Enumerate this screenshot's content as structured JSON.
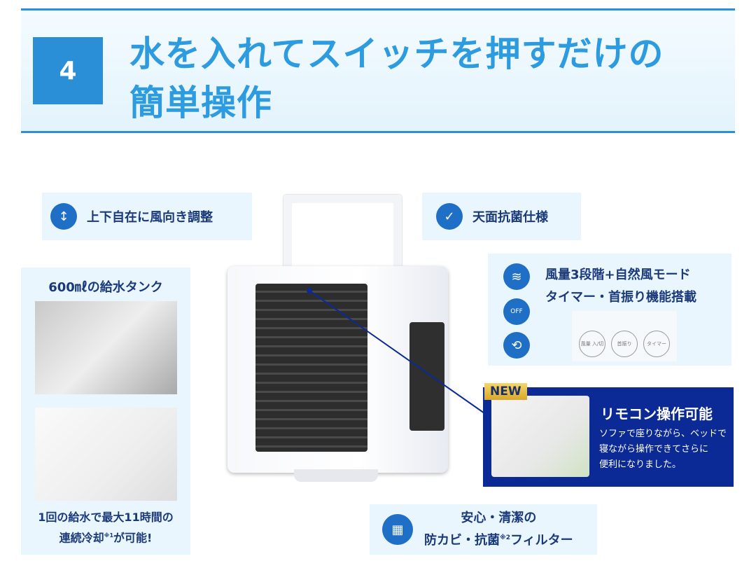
{
  "header": {
    "number": "4",
    "title_line1": "水を入れてスイッチを押すだけの",
    "title_line2": "簡単操作"
  },
  "colors": {
    "accent": "#2a8fd6",
    "navy": "#0b2a96",
    "text": "#1b3a7a"
  },
  "callouts": {
    "wind_direction": {
      "icon": "vertical-airflow-icon",
      "label": "上下自在に風向き調整"
    },
    "top_antibacterial": {
      "icon": "antibacterial-surface-icon",
      "label": "天面抗菌仕様"
    },
    "fan_modes": {
      "icons": [
        "wind-icon",
        "timer-off-icon",
        "swing-icon"
      ],
      "line1": "風量3段階+自然風モード",
      "line2": "タイマー・首振り機能搭載",
      "panel_buttons": [
        "風量 入/切",
        "首振り",
        "タイマー"
      ]
    },
    "remote": {
      "badge": "NEW",
      "title": "リモコン操作可能",
      "desc_line1": "ソファで座りながら、ベッドで",
      "desc_line2": "寝ながら操作できてさらに",
      "desc_line3": "便利になりました。"
    },
    "filter": {
      "icon": "filter-grid-icon",
      "line1": "安心・清潔の",
      "line2_pre": "防カビ・抗菌",
      "line2_note": "※2",
      "line2_post": "フィルター"
    },
    "tank": {
      "title": "600㎖の給水タンク",
      "line1": "1回の給水で最大11時間の",
      "line2_pre": "連続冷却",
      "line2_note": "※1",
      "line2_post": "が可能!"
    }
  }
}
